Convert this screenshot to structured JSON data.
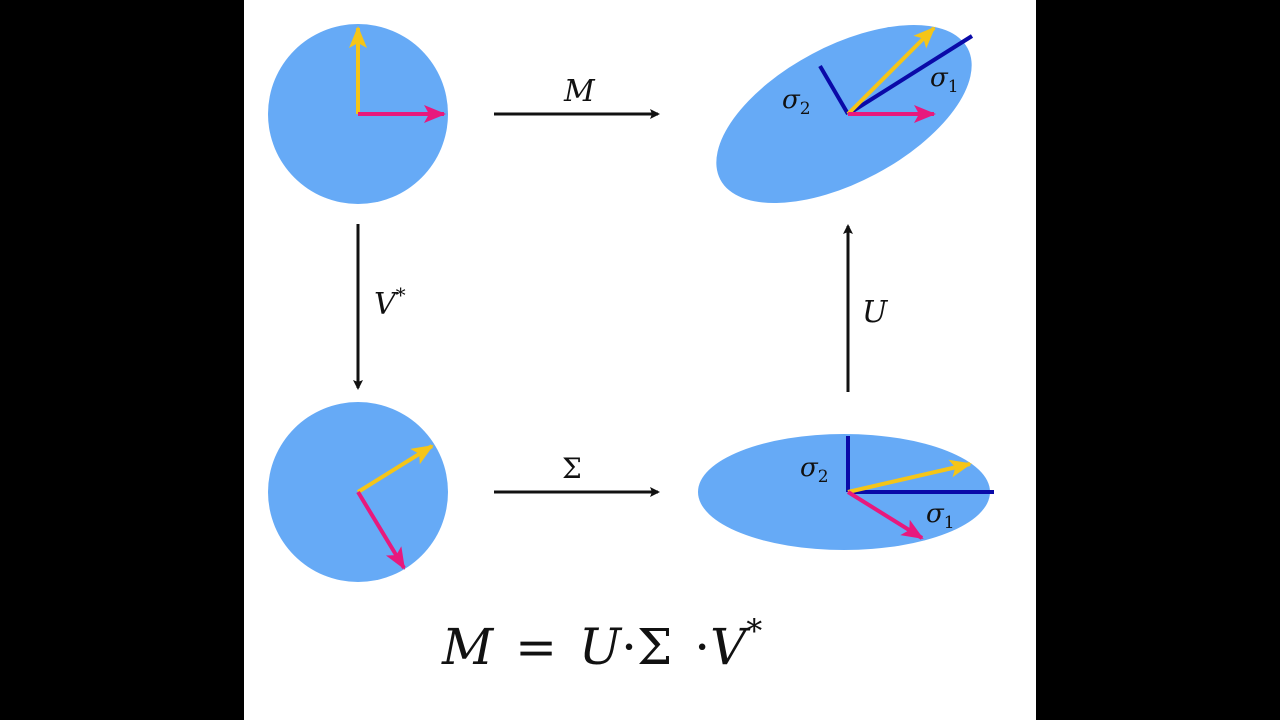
{
  "colors": {
    "shape_fill": "#66aaf6",
    "vector_yellow": "#f5c518",
    "vector_magenta": "#e8197d",
    "axis_blue": "#0a0aa8",
    "arrow_black": "#111111",
    "background": "#ffffff",
    "letterbox": "#000000"
  },
  "labels": {
    "map_M": "M",
    "map_V": "V",
    "map_V_sup": "*",
    "map_U": "U",
    "map_Sigma": "Σ",
    "sigma": "σ",
    "sub_1": "1",
    "sub_2": "2",
    "equation": {
      "lhs": "M",
      "eq": "=",
      "u": "U",
      "dot": "·",
      "sigma": "Σ",
      "v": "V",
      "v_sup": "*"
    }
  }
}
